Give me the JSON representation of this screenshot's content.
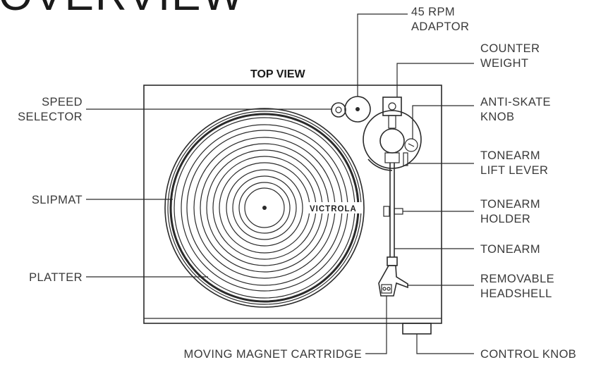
{
  "diagram": {
    "title": "OVERVIEW",
    "subtitle": "TOP VIEW",
    "brand": "VICTROLA",
    "labels": {
      "adaptor_1": "45 RPM",
      "adaptor_2": "ADAPTOR",
      "counter_1": "COUNTER",
      "counter_2": "WEIGHT",
      "antiskate_1": "ANTI-SKATE",
      "antiskate_2": "KNOB",
      "lift_1": "TONEARM",
      "lift_2": "LIFT LEVER",
      "holder_1": "TONEARM",
      "holder_2": "HOLDER",
      "tonearm": "TONEARM",
      "headshell_1": "REMOVABLE",
      "headshell_2": "HEADSHELL",
      "control": "CONTROL KNOB",
      "speed_1": "SPEED",
      "speed_2": "SELECTOR",
      "slipmat": "SLIPMAT",
      "platter": "PLATTER",
      "cartridge": "MOVING MAGNET CARTRIDGE"
    }
  }
}
